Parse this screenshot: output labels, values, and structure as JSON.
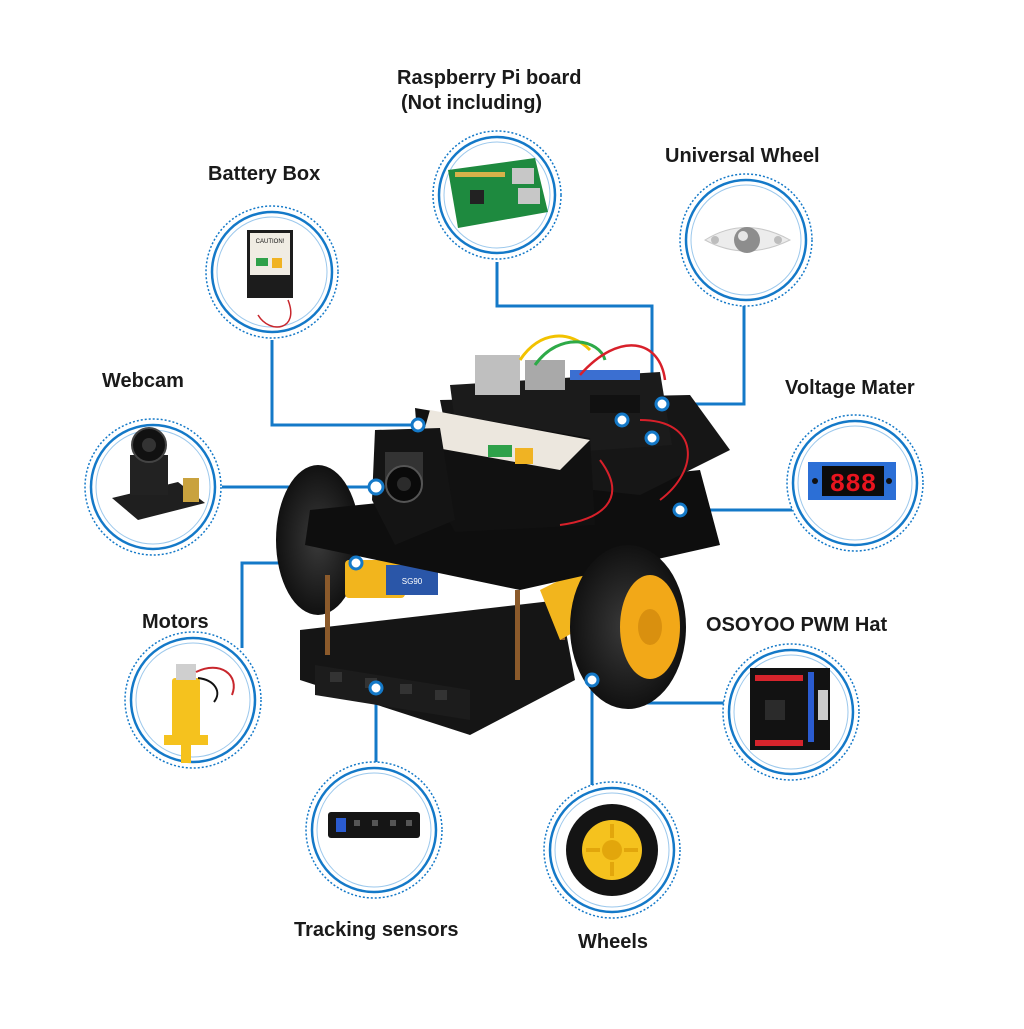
{
  "diagram": {
    "accent_color": "#1479c8",
    "callouts": [
      {
        "id": "raspberry-pi",
        "label_line1": "Raspberry Pi board",
        "label_line2": "(Not including)",
        "icon": "raspberry-pi-board-icon"
      },
      {
        "id": "battery-box",
        "label": "Battery Box",
        "icon": "battery-box-icon",
        "card_text": "CAUTION!"
      },
      {
        "id": "universal-wheel",
        "label": "Universal Wheel",
        "icon": "universal-wheel-icon"
      },
      {
        "id": "webcam",
        "label": "Webcam",
        "icon": "webcam-icon"
      },
      {
        "id": "voltage-meter",
        "label": "Voltage Mater",
        "icon": "voltage-meter-icon",
        "display_text": "888"
      },
      {
        "id": "motors",
        "label": "Motors",
        "icon": "gear-motor-icon"
      },
      {
        "id": "pwm-hat",
        "label": "OSOYOO PWM Hat",
        "icon": "pwm-hat-board-icon"
      },
      {
        "id": "tracking-sensors",
        "label": "Tracking sensors",
        "icon": "tracking-sensor-icon"
      },
      {
        "id": "wheels",
        "label": "Wheels",
        "icon": "wheel-icon"
      }
    ],
    "robot": {
      "icon": "robot-car-icon",
      "servo_text": "SG90"
    }
  }
}
